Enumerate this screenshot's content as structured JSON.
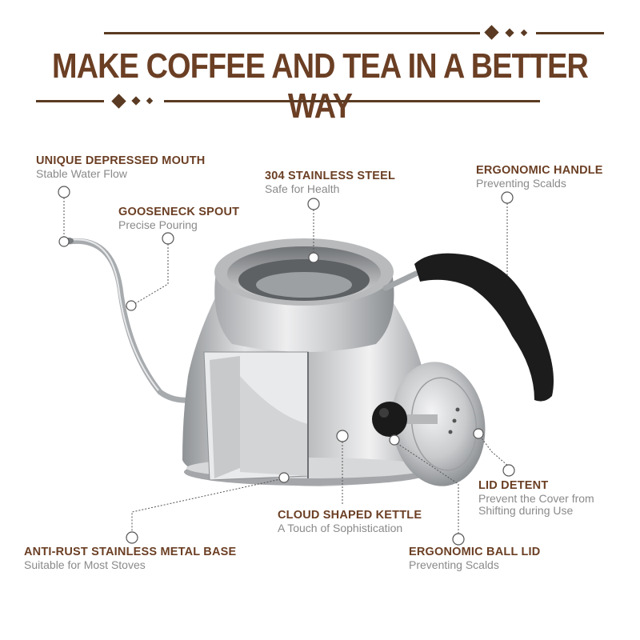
{
  "headline": "MAKE COFFEE AND TEA IN A BETTER WAY",
  "colors": {
    "brand_brown": "#6b3f24",
    "subtitle_gray": "#8a8a8a",
    "steel": "#c9cbcd",
    "handle_black": "#1c1c1c"
  },
  "callouts": {
    "mouth": {
      "title": "UNIQUE DEPRESSED MOUTH",
      "subtitle": "Stable Water Flow"
    },
    "spout": {
      "title": "GOOSENECK SPOUT",
      "subtitle": "Precise Pouring"
    },
    "steel": {
      "title": "304 STAINLESS STEEL",
      "subtitle": "Safe for Health"
    },
    "handle": {
      "title": "ERGONOMIC HANDLE",
      "subtitle": "Preventing Scalds"
    },
    "detent": {
      "title": "LID DETENT",
      "subtitle_line1": "Prevent the Cover from",
      "subtitle_line2": "Shifting during Use"
    },
    "cloud": {
      "title": "CLOUD SHAPED KETTLE",
      "subtitle": "A Touch of Sophistication"
    },
    "base": {
      "title": "ANTI-RUST STAINLESS METAL BASE",
      "subtitle": "Suitable for Most Stoves"
    },
    "ball_lid": {
      "title": "ERGONOMIC BALL LID",
      "subtitle": "Preventing Scalds"
    }
  }
}
